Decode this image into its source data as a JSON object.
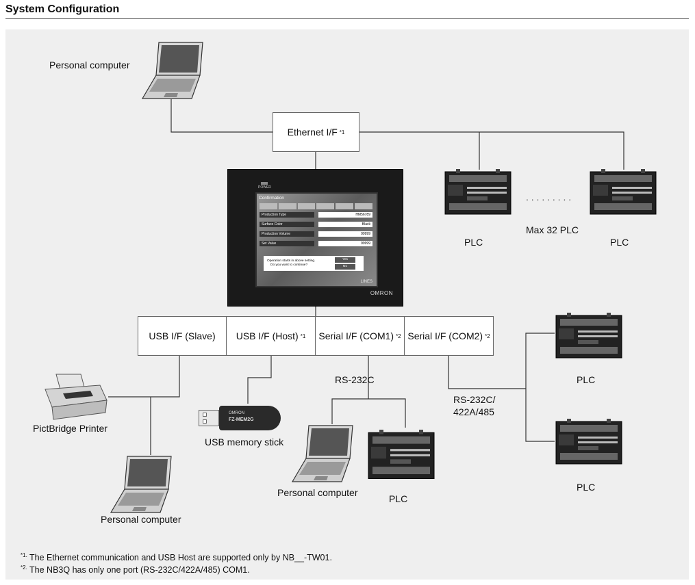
{
  "header": {
    "title": "System Configuration"
  },
  "labels": {
    "pc_top": "Personal computer",
    "plc_1": "PLC",
    "plc_2": "PLC",
    "max_plc": "Max 32 PLC",
    "plc_right_top": "PLC",
    "plc_right_bottom": "PLC",
    "printer": "PictBridge Printer",
    "usb_stick": "USB memory stick",
    "rs232c": "RS-232C",
    "rs_multi_line1": "RS-232C/",
    "rs_multi_line2": "422A/485",
    "pc_bottom_left": "Personal computer",
    "pc_bottom_mid": "Personal computer",
    "plc_bottom_mid": "PLC",
    "dots": ". . . . . . . . ."
  },
  "interfaces": {
    "ethernet": {
      "label": "Ethernet I/F",
      "mark": "*1"
    },
    "usb_slave": {
      "label": "USB I/F (Slave)"
    },
    "usb_host": {
      "label": "USB I/F (Host)",
      "mark": "*1"
    },
    "com1": {
      "label": "Serial I/F (COM1)",
      "mark": "*2"
    },
    "com2": {
      "label": "Serial I/F (COM2)",
      "mark": "*2"
    }
  },
  "screen": {
    "power": "POWER",
    "title": "Confirmation",
    "rows": [
      {
        "label": "Production Type",
        "value": "HM56789"
      },
      {
        "label": "Surface Color",
        "value": "Black"
      },
      {
        "label": "Production Volume",
        "value": "99999"
      },
      {
        "label": "Set Value",
        "value": "99999"
      }
    ],
    "dialog_line1": "Operation starts in above setting.",
    "dialog_line2": "Do you want to continue?",
    "yes": "Yes",
    "no": "No",
    "brand_corner": "LINES",
    "brand": "OMRON"
  },
  "usb_stick": {
    "brand": "OMRON",
    "model": "FZ-MEM2G"
  },
  "footnotes": [
    {
      "mark": "*1.",
      "text": "The Ethernet communication and USB Host are supported only by NB__-TW01."
    },
    {
      "mark": "*2.",
      "text": "The NB3Q has only one port (RS-232C/422A/485) COM1."
    }
  ],
  "colors": {
    "panel_bg": "#efefef",
    "line": "#333333",
    "device_dark": "#1c1c1c"
  }
}
